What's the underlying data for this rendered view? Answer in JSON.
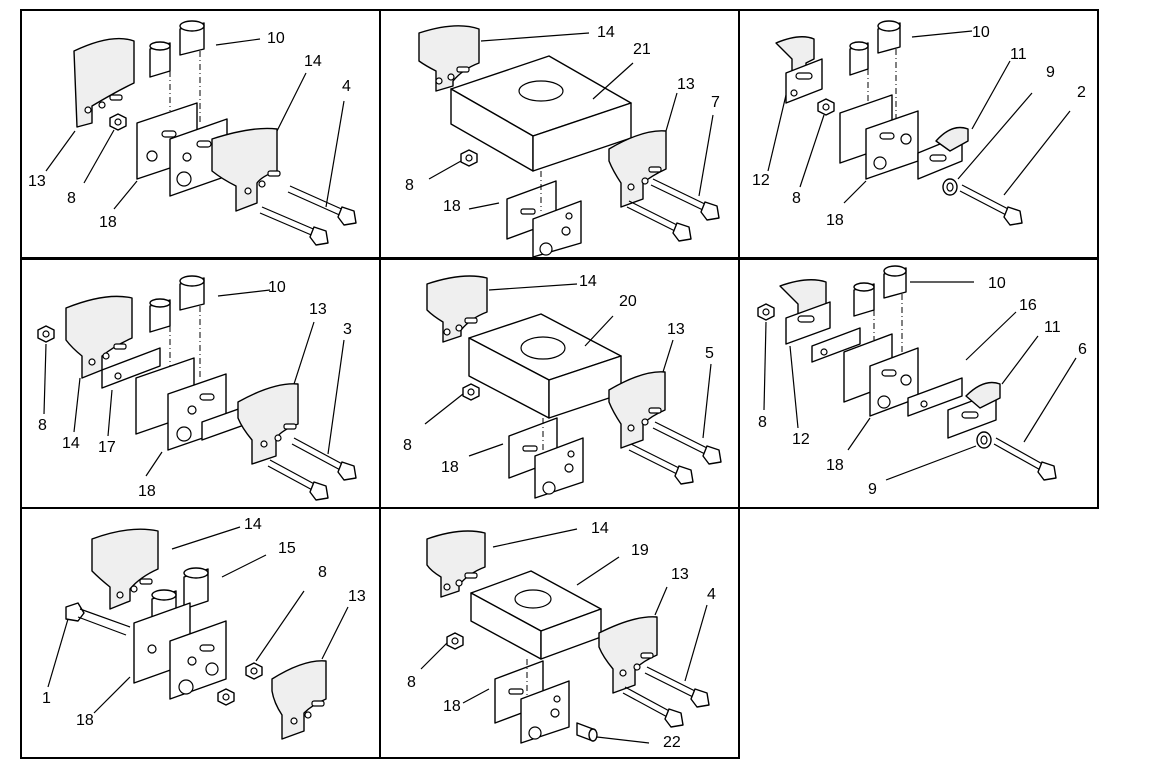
{
  "figure": {
    "panels": [
      {
        "id": "p1",
        "callouts": [
          "10",
          "14",
          "4",
          "13",
          "8",
          "18"
        ]
      },
      {
        "id": "p2",
        "callouts": [
          "14",
          "21",
          "13",
          "7",
          "8",
          "18"
        ]
      },
      {
        "id": "p3",
        "callouts": [
          "10",
          "11",
          "9",
          "2",
          "12",
          "8",
          "18"
        ]
      },
      {
        "id": "p4",
        "callouts": [
          "10",
          "13",
          "3",
          "8",
          "14",
          "17",
          "18"
        ]
      },
      {
        "id": "p5",
        "callouts": [
          "14",
          "20",
          "13",
          "5",
          "8",
          "18"
        ]
      },
      {
        "id": "p6",
        "callouts": [
          "10",
          "16",
          "11",
          "6",
          "8",
          "12",
          "18",
          "9"
        ]
      },
      {
        "id": "p7",
        "callouts": [
          "14",
          "15",
          "8",
          "13",
          "1",
          "18"
        ]
      },
      {
        "id": "p8",
        "callouts": [
          "14",
          "19",
          "13",
          "4",
          "8",
          "18",
          "22"
        ]
      }
    ]
  }
}
